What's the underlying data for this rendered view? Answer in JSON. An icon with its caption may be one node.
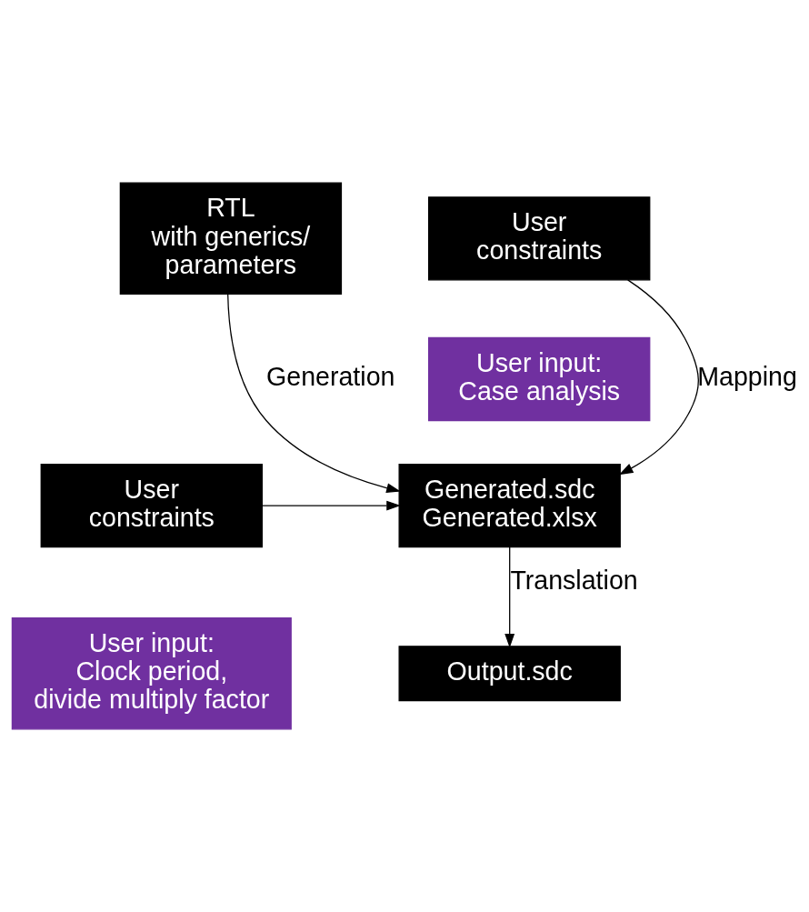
{
  "diagram": {
    "nodes": [
      {
        "text": [
          "RTL with generics/ parameters"
        ]
      },
      {
        "text": [
          "Generated.sdc Generated.xlsx"
        ]
      },
      {
        "text": [
          "Output.sdc"
        ]
      },
      {
        "text": [
          "User constraints"
        ]
      },
      {
        "text": [
          "User input: Case analysis"
        ]
      },
      {
        "text": [
          "User constraints"
        ]
      },
      {
        "text": [
          "User input: Clock period, divide multiply factor"
        ]
      }
    ],
    "edges": [
      {
        "from": 0,
        "to": 1,
        "arrow": "to",
        "label": "Generation"
      },
      {
        "from": 3,
        "to": 1,
        "arrow": "to",
        "label": "Mapping"
      },
      {
        "from": 5,
        "to": 1,
        "arrow": "to"
      },
      {
        "from": 1,
        "to": 2,
        "arrow": "to",
        "label": "Translation"
      }
    ]
  }
}
